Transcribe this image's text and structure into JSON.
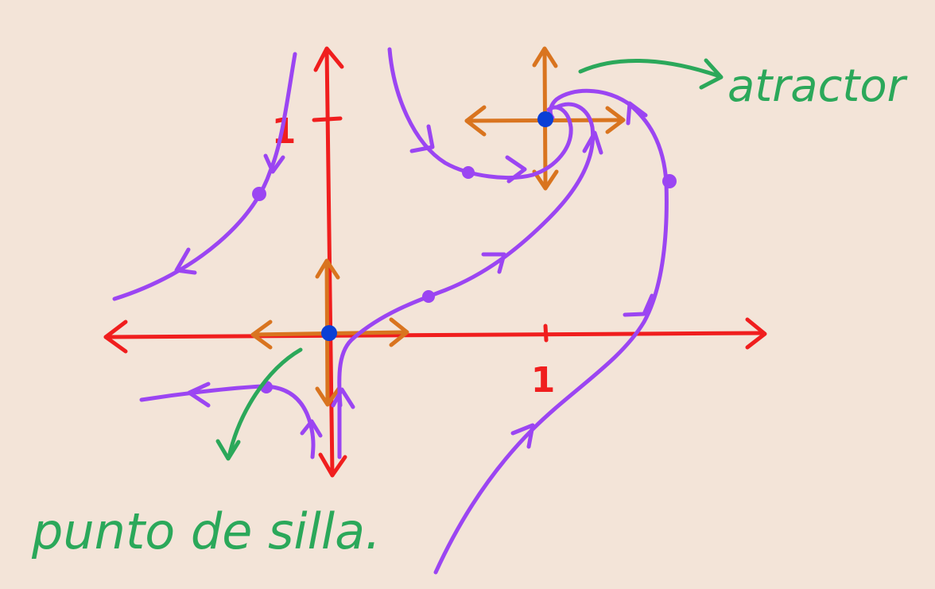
{
  "labels": {
    "attractor": "atractor",
    "saddle": "punto de silla.",
    "x_tick": "1",
    "y_tick": "1"
  },
  "colors": {
    "background": "#F3E4D8",
    "axes": "#F01E1E",
    "local_axes": "#D9741F",
    "trajectories": "#9B45F2",
    "annotations": "#2BA85A",
    "equilibria": "#0A3FD6"
  }
}
